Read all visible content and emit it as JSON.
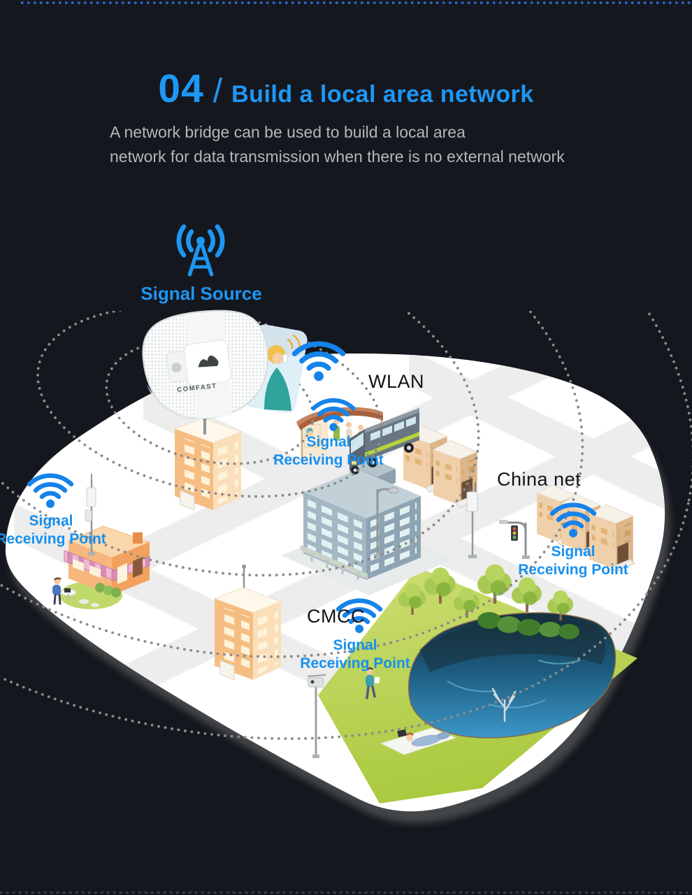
{
  "header": {
    "number": "04",
    "separator": "/",
    "title": "Build a local area network",
    "subtitle_line1": "A network bridge can be used to build a local area",
    "subtitle_line2": "network for data transmission when there is no external network"
  },
  "diagram": {
    "signal_source_label": "Signal Source",
    "wlan_label": "WLAN",
    "china_net_label": "China net",
    "cmcc_label": "CMCC",
    "receiving_point": {
      "line1": "Signal",
      "line2": "Receiving Point"
    },
    "device_brand": "COMFAST"
  },
  "icons": {
    "signal_source": "broadcast-tower-icon",
    "coverage": "wifi-icon"
  },
  "colors": {
    "background": "#14181e",
    "accent_blue": "#1f97f4",
    "wifi_blue": "#1583ea",
    "subtitle_gray": "#b4b7bb",
    "label_dark": "#141414",
    "island_white": "#ffffff",
    "island_shadow": "#4a4b4d",
    "dot_gray": "#8b8b8b",
    "top_border_blue": "#2c6fd6",
    "bottom_border_gray": "#3a4047",
    "road_gray": "#ededed",
    "grass_green": "#b8cf4e",
    "lake_blue": "#2f88bf",
    "building_orange": "#f6bd82",
    "office_gray": "#a3b7c4",
    "townhouse_tan": "#efd0aa",
    "shelter_terracotta": "#a6603d",
    "bus_stripe_green": "#b6d23b",
    "awning_pink": "#efb9d2"
  }
}
